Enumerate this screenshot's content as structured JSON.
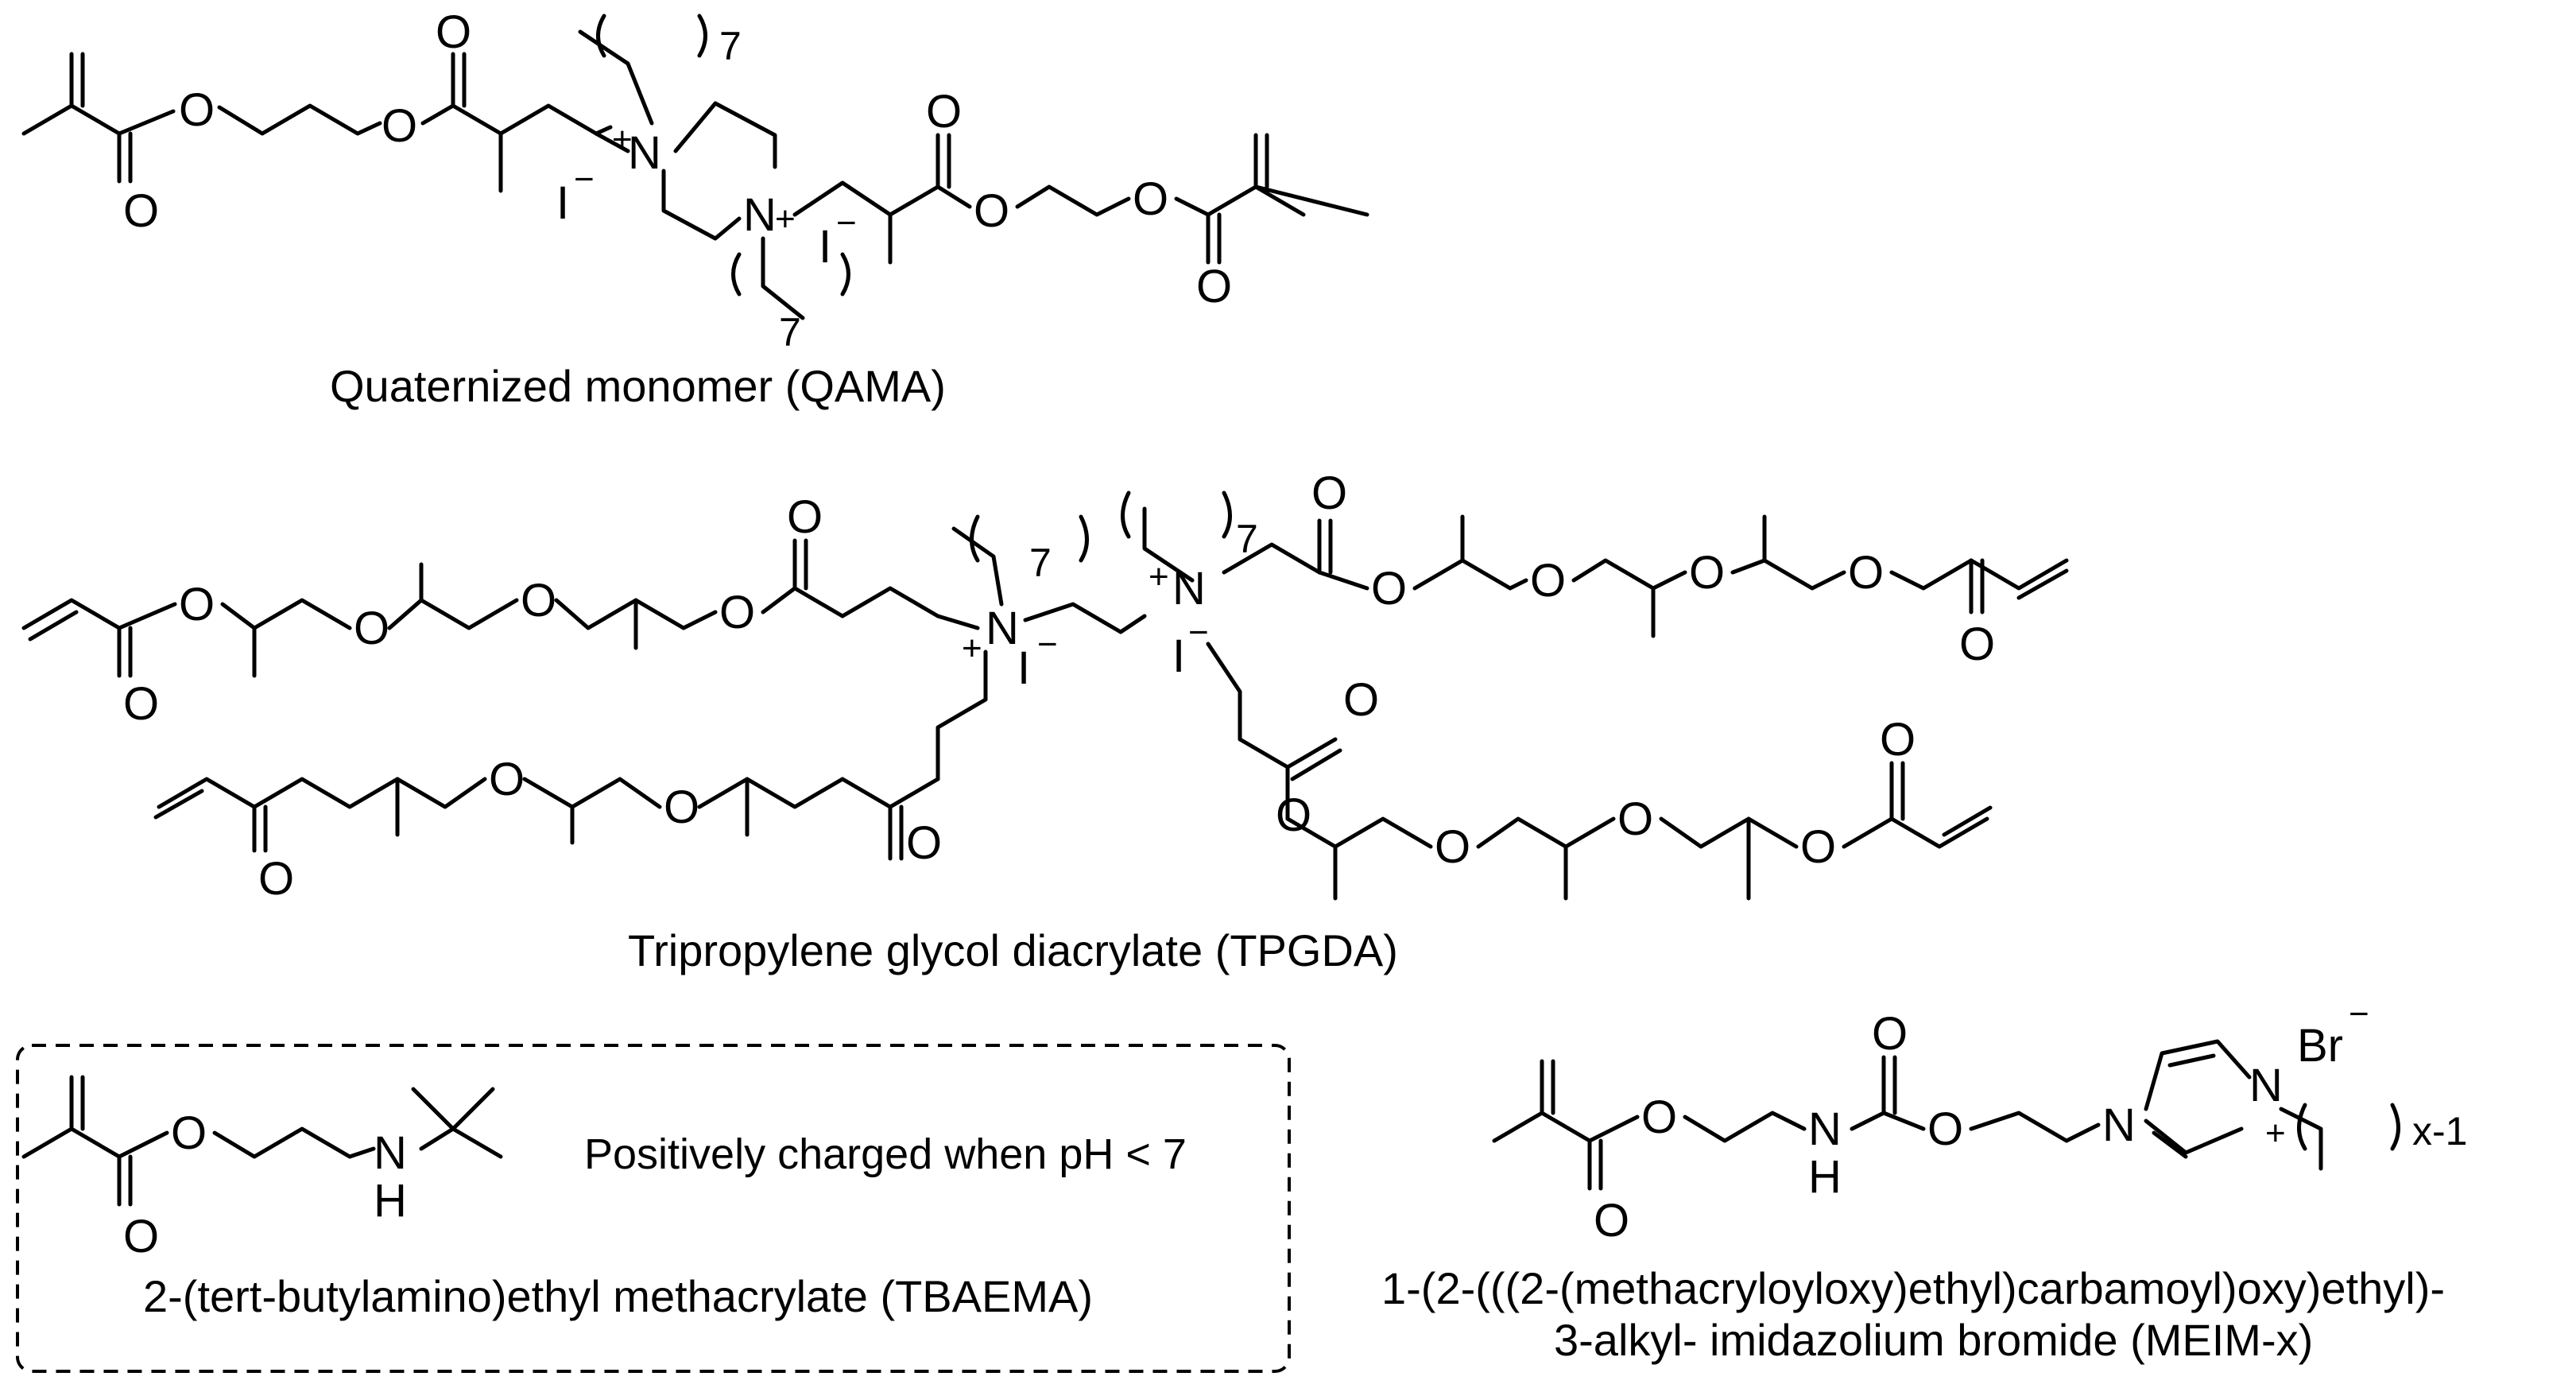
{
  "compounds": [
    {
      "id": "qama",
      "caption": "Quaternized monomer (QAMA)",
      "atoms": {
        "O": "O",
        "N": "N",
        "I": "I",
        "plus": "+",
        "minus": "−",
        "chain_repeat": "7"
      }
    },
    {
      "id": "tpgda",
      "caption": "Tripropylene glycol diacrylate (TPGDA)",
      "atoms": {
        "O": "O",
        "N": "N",
        "I": "I",
        "plus": "+",
        "minus": "−",
        "chain_repeat": "7"
      }
    },
    {
      "id": "tbaema",
      "caption": "2-(tert-butylamino)ethyl methacrylate (TBAEMA)",
      "note": "Positively charged when pH < 7",
      "atoms": {
        "O": "O",
        "N": "N",
        "H": "H"
      }
    },
    {
      "id": "meim",
      "caption_line1": "1-(2-(((2-(methacryloyloxy)ethyl)carbamoyl)oxy)ethyl)-",
      "caption_line2": "3-alkyl- imidazolium bromide (MEIM-x)",
      "atoms": {
        "O": "O",
        "N": "N",
        "H": "H",
        "Br": "Br",
        "plus": "+",
        "minus": "−",
        "chain_repeat": "x-1"
      }
    }
  ]
}
